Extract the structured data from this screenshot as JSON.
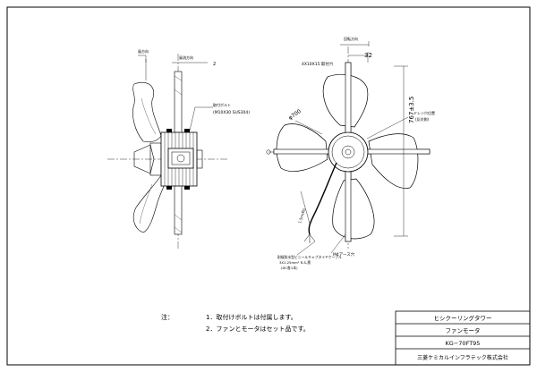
{
  "side_view": {
    "label_rotation": "風方向",
    "label_wind": "風流方向",
    "wind_mark": "2",
    "bolt_title": "取付ボルト",
    "bolt_spec": "(M10X30 SUS304)"
  },
  "front_view": {
    "label_rotation": "回転方向",
    "hole_spec": "4X10X15 取付穴",
    "dim_32": "32",
    "dim_dia": "φ700",
    "dim_height": "767±3.5",
    "drain_label_1": "ドレン穴位置",
    "drain_label_2": "(反対側)",
    "cable_marker": "1.5m(約)",
    "cable_spec_1": "耐候防水型ビニールキャブタイヤケーブル",
    "cable_spec_2": "3X1.25mm² R-S-黒",
    "cable_spec_3": "(DC各1本)",
    "earth_label": "M4アース穴"
  },
  "notes": {
    "heading": "注：",
    "line1": "1．取付けボルトは付属します。",
    "line2": "2．ファンとモータはセット品です。"
  },
  "title_block": {
    "product": "ヒシクーリングタワー",
    "part": "ファンモータ",
    "model": "KG−70FT95",
    "company": "三菱ケミカルインフラテック株式会社"
  }
}
